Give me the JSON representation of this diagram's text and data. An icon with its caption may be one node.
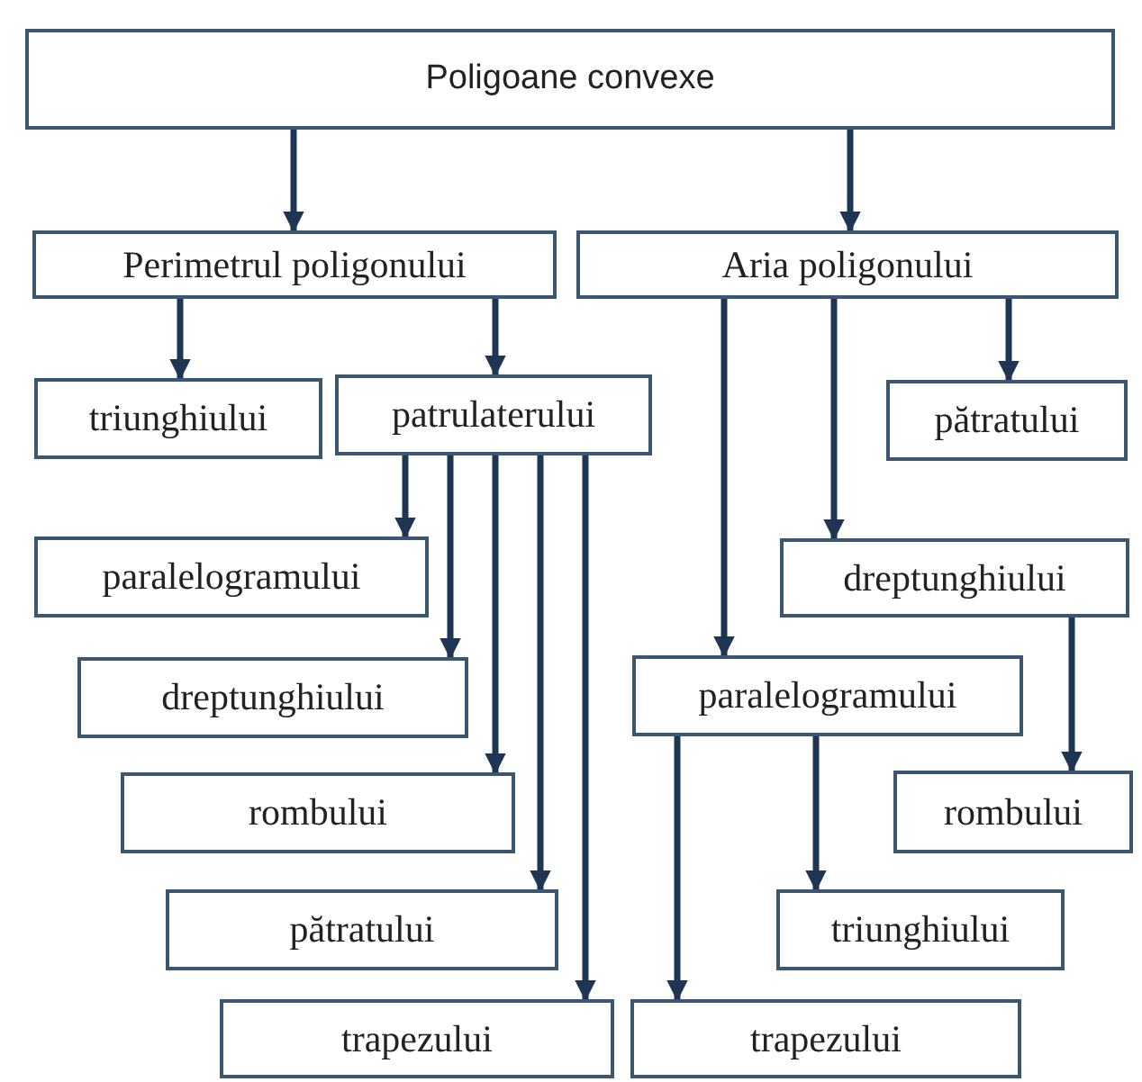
{
  "diagram": {
    "nodes": [
      {
        "text": [
          "Poligoane convexe"
        ]
      },
      {
        "text": [
          "Perimetrul poligonului"
        ]
      },
      {
        "text": [
          "Aria poligonului"
        ]
      },
      {
        "text": [
          "triunghiului"
        ]
      },
      {
        "text": [
          "patrulaterului"
        ]
      },
      {
        "text": [
          "pătratului"
        ]
      },
      {
        "text": [
          "paralelogramului"
        ]
      },
      {
        "text": [
          "dreptunghiului"
        ]
      },
      {
        "text": [
          "dreptunghiului"
        ]
      },
      {
        "text": [
          "paralelogramului"
        ]
      },
      {
        "text": [
          "rombului"
        ]
      },
      {
        "text": [
          "rombului"
        ]
      },
      {
        "text": [
          "pătratului"
        ]
      },
      {
        "text": [
          "triunghiului"
        ]
      },
      {
        "text": [
          "trapezului"
        ]
      },
      {
        "text": [
          "trapezului"
        ]
      }
    ],
    "edges": [
      {
        "from": 0,
        "to": 1,
        "arrow": "to"
      },
      {
        "from": 0,
        "to": 2,
        "arrow": "to"
      },
      {
        "from": 1,
        "to": 3,
        "arrow": "to"
      },
      {
        "from": 1,
        "to": 4,
        "arrow": "to"
      },
      {
        "from": 4,
        "to": 6,
        "arrow": "to"
      },
      {
        "from": 4,
        "to": 8,
        "arrow": "to"
      },
      {
        "from": 4,
        "to": 10,
        "arrow": "to"
      },
      {
        "from": 4,
        "to": 12,
        "arrow": "to"
      },
      {
        "from": 4,
        "to": 14,
        "arrow": "to"
      },
      {
        "from": 2,
        "to": 9,
        "arrow": "to"
      },
      {
        "from": 2,
        "to": 7,
        "arrow": "to"
      },
      {
        "from": 2,
        "to": 5,
        "arrow": "to"
      },
      {
        "from": 7,
        "to": 11,
        "arrow": "to"
      },
      {
        "from": 9,
        "to": 15,
        "arrow": "to"
      },
      {
        "from": 9,
        "to": 13,
        "arrow": "to"
      }
    ]
  }
}
